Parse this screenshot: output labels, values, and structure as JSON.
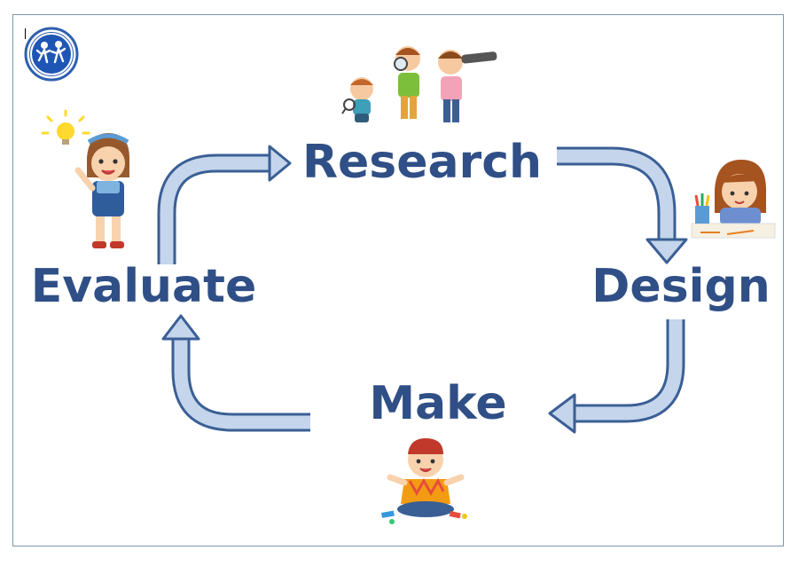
{
  "diagram": {
    "stages": [
      {
        "key": "research",
        "label": "Research"
      },
      {
        "key": "design",
        "label": "Design"
      },
      {
        "key": "make",
        "label": "Make"
      },
      {
        "key": "evaluate",
        "label": "Evaluate"
      }
    ],
    "colors": {
      "label_text": "#2f4f86",
      "arrow_fill": "#c4d5ec",
      "arrow_stroke": "#3a5f95",
      "frame_border": "#7d96ac",
      "badge_ring": "#2f5fb0"
    }
  }
}
